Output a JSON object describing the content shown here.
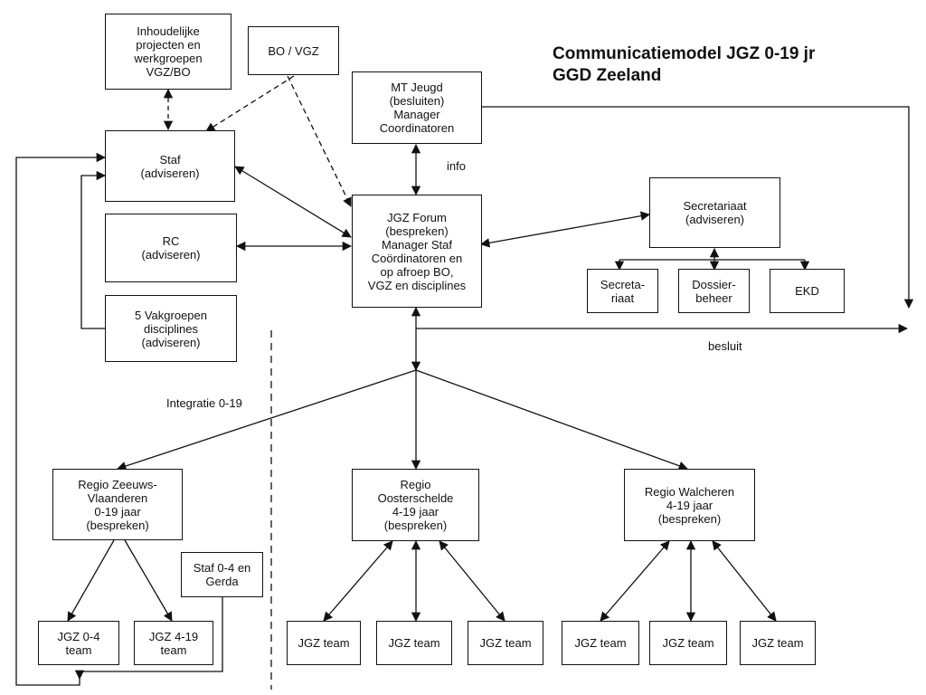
{
  "title": "Communicatiemodel JGZ 0-19 jr\n        GGD Zeeland",
  "labels": {
    "info": "info",
    "besluit": "besluit",
    "integratie": "Integratie 0-19"
  },
  "boxes": {
    "inhoudelijke": "Inhoudelijke\nprojecten en\nwerkgroepen\nVGZ/BO",
    "bo_vgz": "BO / VGZ",
    "staf": "Staf\n(adviseren)",
    "rc": "RC\n(adviseren)",
    "vakgroepen": "5 Vakgroepen\ndisciplines\n(adviseren)",
    "mt_jeugd": "MT Jeugd\n(besluiten)\nManager\nCoordinatoren",
    "jgz_forum": "JGZ Forum\n(bespreken)\nManager Staf\nCoördinatoren en\nop afroep BO,\nVGZ en disciplines",
    "secretariaat": "Secretariaat\n(adviseren)",
    "secretariaat_sub": "Secreta-\nriaat",
    "dossierbeheer": "Dossier-\nbeheer",
    "ekd": "EKD",
    "regio_zv": "Regio Zeeuws-\nVlaanderen\n0-19 jaar\n(bespreken)",
    "regio_os": "Regio\nOosterschelde\n4-19 jaar\n(bespreken)",
    "regio_wa": "Regio Walcheren\n4-19 jaar\n(bespreken)",
    "staf_04": "Staf 0-4 en\nGerda",
    "jgz_04": "JGZ 0-4\nteam",
    "jgz_419": "JGZ 4-19\nteam",
    "jgz_team_os_1": "JGZ team",
    "jgz_team_os_2": "JGZ team",
    "jgz_team_os_3": "JGZ team",
    "jgz_team_wa_1": "JGZ team",
    "jgz_team_wa_2": "JGZ team",
    "jgz_team_wa_3": "JGZ team"
  }
}
